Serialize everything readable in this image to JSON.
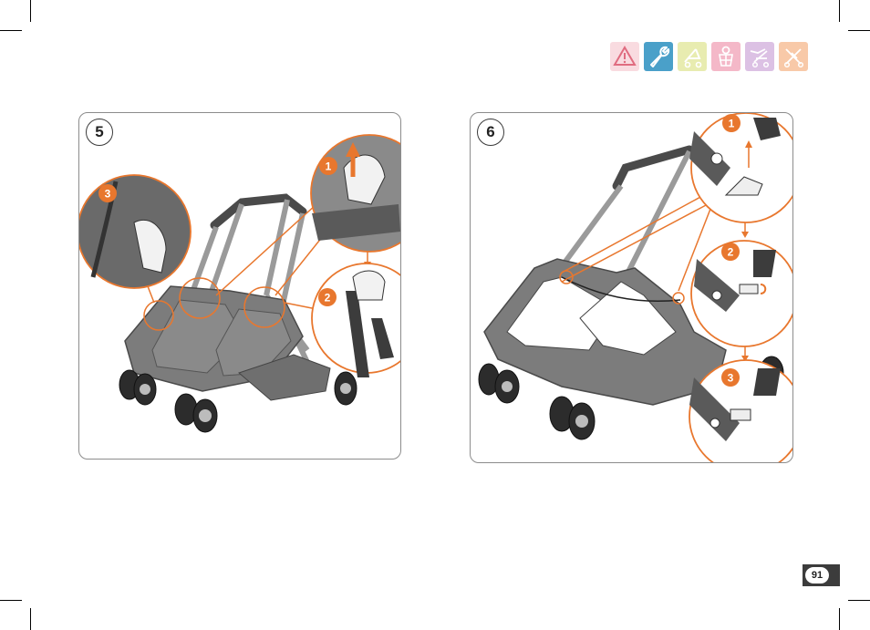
{
  "header_icons": [
    {
      "name": "warning-icon",
      "bg": "#f9dbe0",
      "stroke": "#e06c80"
    },
    {
      "name": "wrench-icon",
      "bg": "#4aa0c9",
      "stroke": "#ffffff"
    },
    {
      "name": "stroller-icon",
      "bg": "#e8ecb0",
      "stroke": "#ffffff"
    },
    {
      "name": "child-harness-icon",
      "bg": "#f4b8c8",
      "stroke": "#ffffff"
    },
    {
      "name": "reclined-stroller-icon",
      "bg": "#dcc1e4",
      "stroke": "#ffffff"
    },
    {
      "name": "folding-stroller-icon",
      "bg": "#f8c9a8",
      "stroke": "#ffffff"
    }
  ],
  "panels": [
    {
      "number": "5",
      "steps": [
        "1",
        "2",
        "3"
      ]
    },
    {
      "number": "6",
      "steps": [
        "1",
        "2",
        "3"
      ]
    }
  ],
  "page_number": "91",
  "colors": {
    "accent": "#e8772e",
    "frame": "#5a5a5a",
    "seat": "#7c7c7c"
  }
}
